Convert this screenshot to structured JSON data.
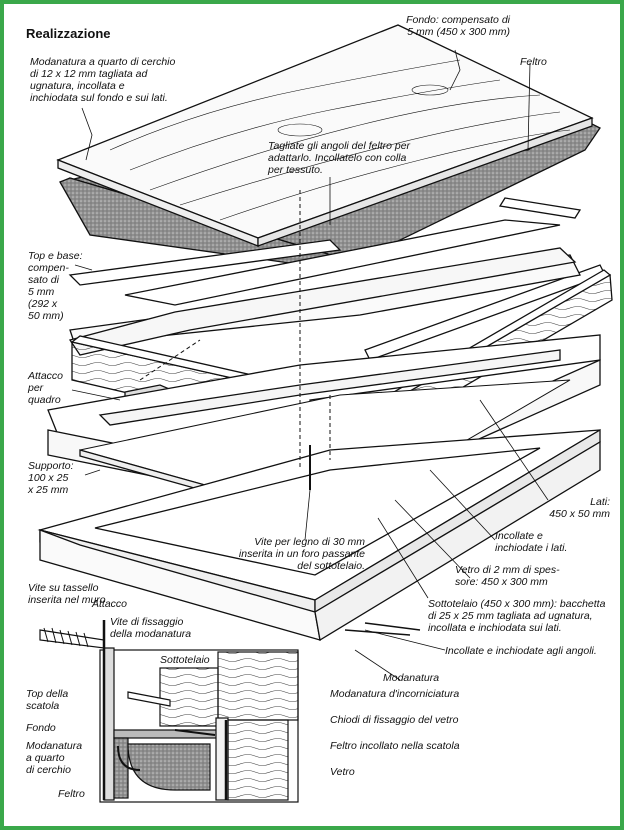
{
  "title": "Realizzazione",
  "labels": {
    "fondo": "Fondo: compensato di\n5 mm (450 x 300 mm)",
    "feltro": "Feltro",
    "modanatura_quarto": "Modanatura a quarto di cerchio\ndi 12 x 12 mm tagliata ad\nugnatura, incollata e\ninchiodata sul fondo e sui lati.",
    "tagliate": "Tagliate gli angoli del feltro per\nadattarlo. Incollatelo con colla\nper tessuto.",
    "top_base": "Top e base:\ncompen-\nsato di\n5 mm\n(292 x\n50 mm)",
    "attacco_quadro": "Attacco\nper\nquadro",
    "supporto": "Supporto:\n100 x 25\nx 25 mm",
    "lati": "Lati:\n450 x 50 mm",
    "incollate_lati": "Incollate e\ninchiodate i lati.",
    "vite_legno": "Vite per legno di 30 mm\ninserita in un foro passante\ndel sottotelaio.",
    "vetro_spessore": "Vetro di 2 mm di spes-\nsore: 450 x 300 mm",
    "sottotelaio_desc": "Sottotelaio (450 x 300 mm): bacchetta\ndi 25 x 25 mm tagliata ad ugnatura,\nincollata e inchiodata sui lati.",
    "incollate_angoli": "Incollate e inchiodate agli angoli.",
    "modanatura": "Modanatura",
    "vite_tassello": "Vite su tassello\ninserita nel muro",
    "attacco": "Attacco",
    "vite_fissaggio": "Vite di fissaggio\ndella modanatura",
    "sottotelaio": "Sottotelaio",
    "top_scatola": "Top della\nscatola",
    "fondo_short": "Fondo",
    "modanatura_quarto_short": "Modanatura\na quarto\ndi cerchio",
    "feltro_short": "Feltro",
    "modanatura_incorniciatura": "Modanatura d'incorniciatura",
    "chiodi": "Chiodi di fissaggio del vetro",
    "feltro_incollato": "Feltro incollato nella scatola",
    "vetro": "Vetro"
  },
  "colors": {
    "border": "#3aa84a",
    "ink": "#111111",
    "felt": "#9a9a9a",
    "wood": "#f4f4f4"
  }
}
